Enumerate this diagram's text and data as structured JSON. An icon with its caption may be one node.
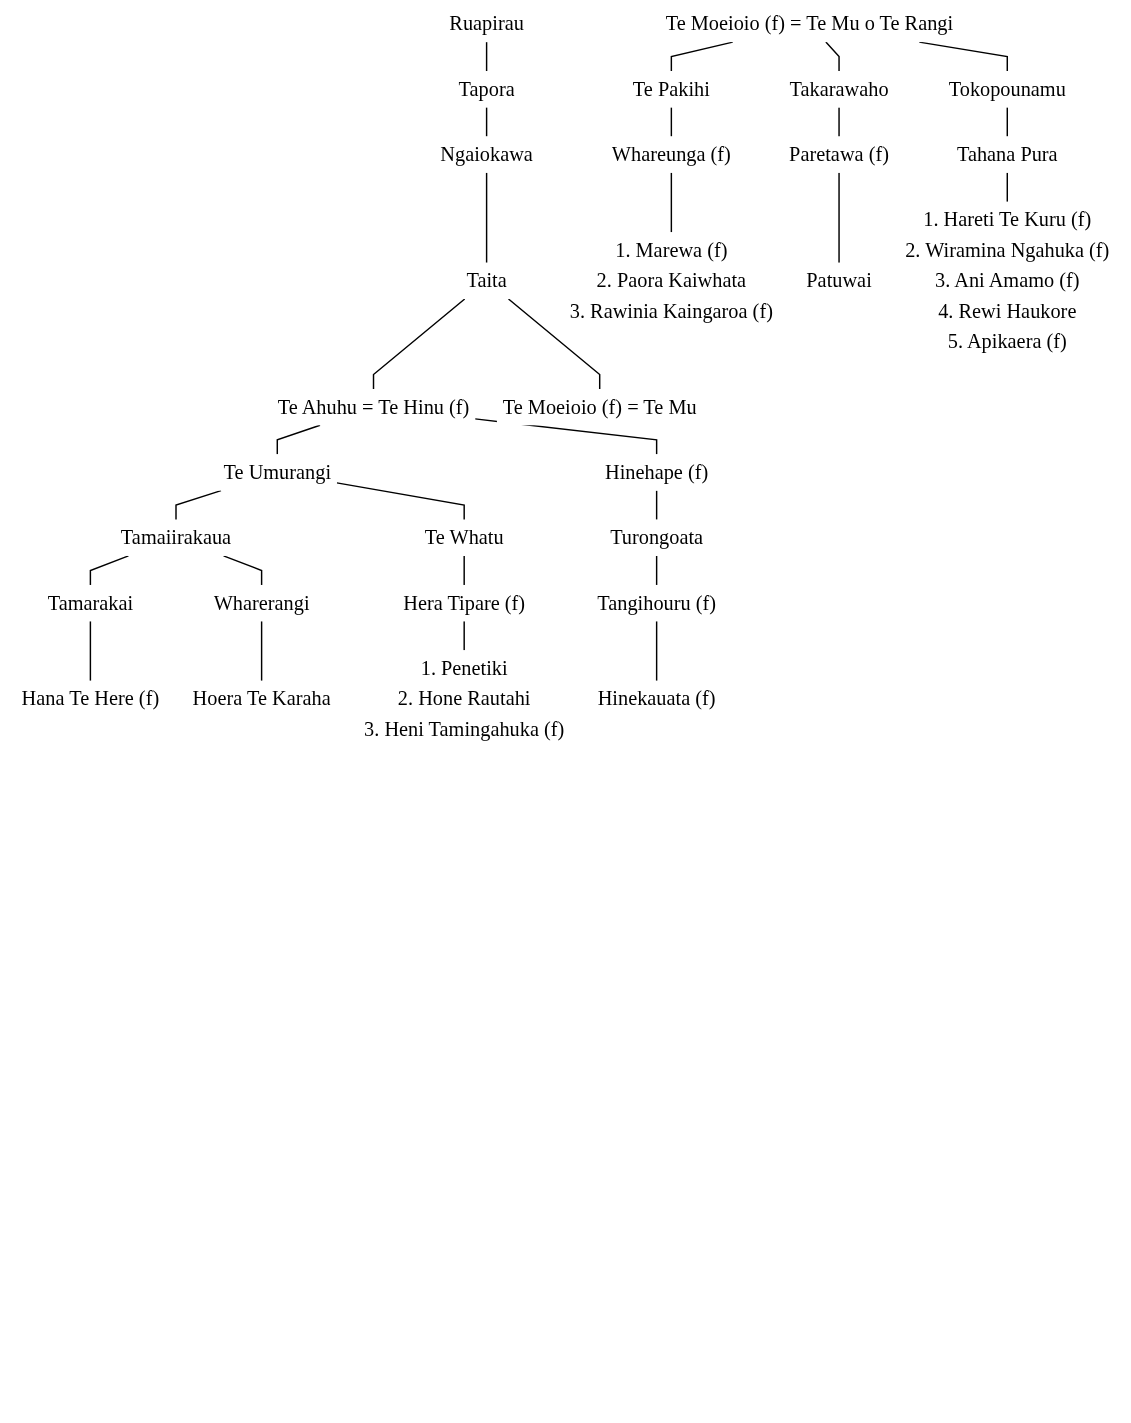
{
  "diagram": {
    "nodes": [
      {
        "text": [
          "Ruapirau"
        ]
      },
      {
        "text": [
          "Tapora"
        ]
      },
      {
        "text": [
          "Ngaiokawa"
        ]
      },
      {
        "text": [
          "Taita"
        ]
      },
      {
        "text": [
          "Te Ahuhu = Te Hinu (f)"
        ]
      },
      {
        "text": [
          "Te Moeioio (f) = Te Mu"
        ]
      },
      {
        "text": [
          "Te Umurangi"
        ]
      },
      {
        "text": [
          "Hinehape (f)"
        ]
      },
      {
        "text": [
          "Tamaiirakaua"
        ]
      },
      {
        "text": [
          "Te Whatu"
        ]
      },
      {
        "text": [
          "Turongoata"
        ]
      },
      {
        "text": [
          "Tamarakai"
        ]
      },
      {
        "text": [
          "Wharerangi"
        ]
      },
      {
        "text": [
          "Hera Tipare (f)"
        ]
      },
      {
        "text": [
          "Tangihouru (f)"
        ]
      },
      {
        "text": [
          "Hana Te Here (f)"
        ]
      },
      {
        "text": [
          "Hoera Te Karaha"
        ]
      },
      {
        "text": [
          "1. Penetiki",
          "2. Hone Rautahi",
          "3. Heni Tamingahuka (f)"
        ]
      },
      {
        "text": [
          "Hinekauata (f)"
        ]
      },
      {
        "text": [
          "Te Moeioio (f) = Te Mu o Te Rangi"
        ]
      },
      {
        "text": [
          "Te Pakihi"
        ]
      },
      {
        "text": [
          "Takarawaho"
        ]
      },
      {
        "text": [
          "Tokopounamu"
        ]
      },
      {
        "text": [
          "Whareunga (f)"
        ]
      },
      {
        "text": [
          "Paretawa (f)"
        ]
      },
      {
        "text": [
          "Tahana Pura"
        ]
      },
      {
        "text": [
          "1. Marewa (f)",
          "2. Paora Kaiwhata",
          "3. Rawinia Kaingaroa (f)"
        ]
      },
      {
        "text": [
          "Patuwai"
        ]
      },
      {
        "text": [
          "1. Hareti Te Kuru (f)",
          "2. Wiramina Ngahuka (f)",
          "3. Ani Amamo (f)",
          "4. Rewi Haukore",
          "5. Apikaera (f)"
        ]
      }
    ],
    "edges": [
      {
        "from": 0,
        "to": 1,
        "arrow": "none"
      },
      {
        "from": 1,
        "to": 2,
        "arrow": "none"
      },
      {
        "from": 2,
        "to": 3,
        "arrow": "none"
      },
      {
        "from": 3,
        "to": 4,
        "arrow": "none"
      },
      {
        "from": 3,
        "to": 5,
        "arrow": "none"
      },
      {
        "from": 4,
        "to": 6,
        "arrow": "none"
      },
      {
        "from": 4,
        "to": 7,
        "arrow": "none"
      },
      {
        "from": 6,
        "to": 8,
        "arrow": "none"
      },
      {
        "from": 6,
        "to": 9,
        "arrow": "none"
      },
      {
        "from": 7,
        "to": 10,
        "arrow": "none"
      },
      {
        "from": 8,
        "to": 11,
        "arrow": "none"
      },
      {
        "from": 8,
        "to": 12,
        "arrow": "none"
      },
      {
        "from": 9,
        "to": 13,
        "arrow": "none"
      },
      {
        "from": 10,
        "to": 14,
        "arrow": "none"
      },
      {
        "from": 11,
        "to": 15,
        "arrow": "none"
      },
      {
        "from": 12,
        "to": 16,
        "arrow": "none"
      },
      {
        "from": 13,
        "to": 17,
        "arrow": "none"
      },
      {
        "from": 14,
        "to": 18,
        "arrow": "none"
      },
      {
        "from": 19,
        "to": 20,
        "arrow": "none"
      },
      {
        "from": 19,
        "to": 21,
        "arrow": "none"
      },
      {
        "from": 19,
        "to": 22,
        "arrow": "none"
      },
      {
        "from": 20,
        "to": 23,
        "arrow": "none"
      },
      {
        "from": 21,
        "to": 24,
        "arrow": "none"
      },
      {
        "from": 22,
        "to": 25,
        "arrow": "none"
      },
      {
        "from": 23,
        "to": 26,
        "arrow": "none"
      },
      {
        "from": 24,
        "to": 27,
        "arrow": "none"
      },
      {
        "from": 25,
        "to": 28,
        "arrow": "none"
      }
    ]
  }
}
